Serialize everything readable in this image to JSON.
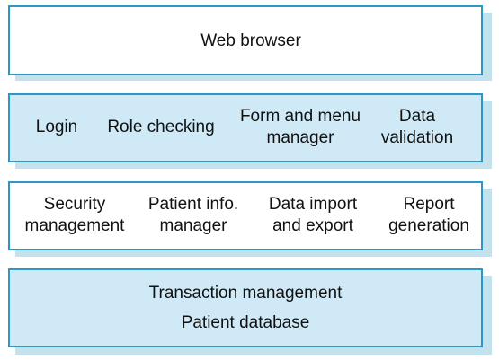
{
  "layers": [
    {
      "id": "browser",
      "style": "white",
      "items": [
        "Web browser"
      ]
    },
    {
      "id": "ui",
      "style": "blue",
      "items": [
        "Login",
        "Role checking",
        "Form and menu\nmanager",
        "Data\nvalidation"
      ]
    },
    {
      "id": "services",
      "style": "white",
      "items": [
        "Security\nmanagement",
        "Patient info.\nmanager",
        "Data import\nand export",
        "Report\ngeneration"
      ]
    },
    {
      "id": "data",
      "style": "blue",
      "items": [
        "Transaction management",
        "Patient database"
      ]
    }
  ],
  "colors": {
    "border": "#2d97c7",
    "fill": "#cfeaf6",
    "shadow": "#c4e1ee",
    "white": "#ffffff"
  }
}
